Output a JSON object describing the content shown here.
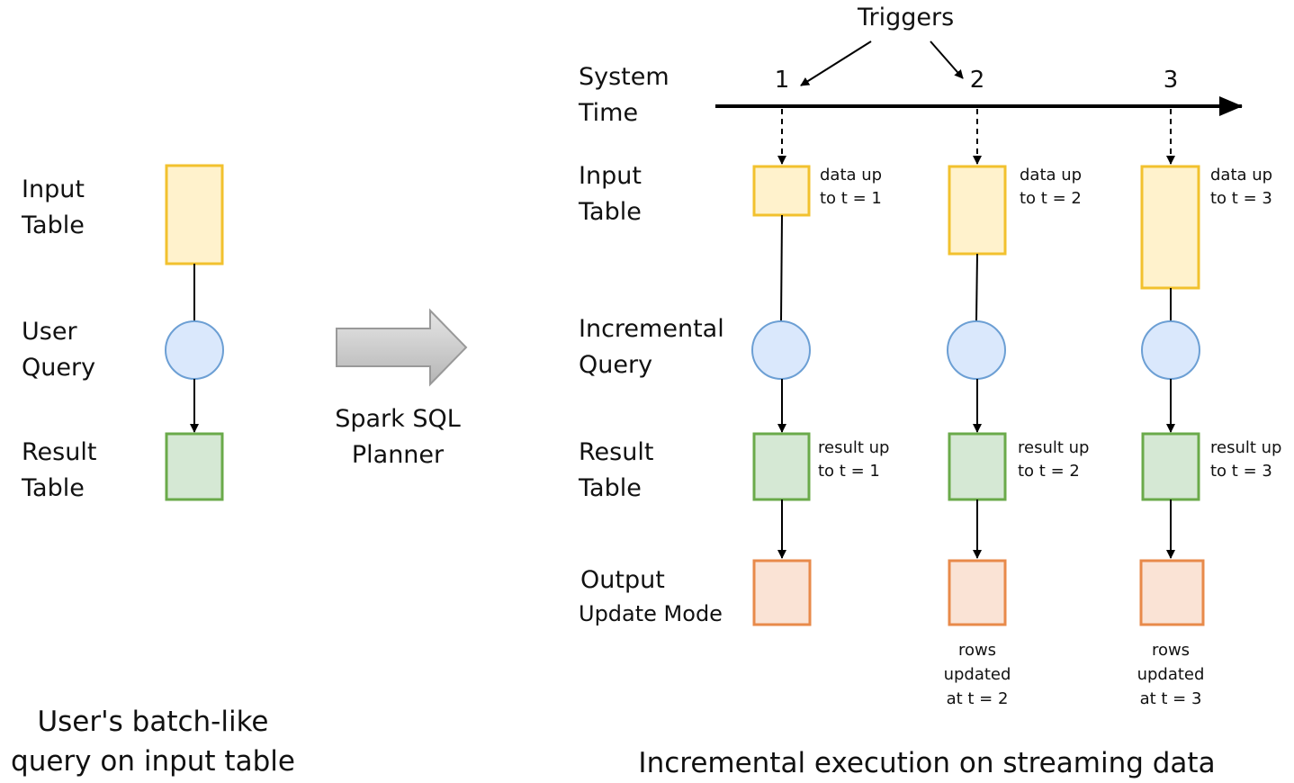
{
  "left": {
    "input_label": [
      "Input",
      "Table"
    ],
    "query_label": [
      "User",
      "Query"
    ],
    "result_label": [
      "Result",
      "Table"
    ],
    "caption": [
      "User's batch-like",
      "query on input table"
    ]
  },
  "planner": {
    "label": [
      "Spark SQL",
      "Planner"
    ]
  },
  "right": {
    "triggers_label": "Triggers",
    "system_time_label": [
      "System",
      "Time"
    ],
    "input_label": [
      "Input",
      "Table"
    ],
    "query_label": [
      "Incremental",
      "Query"
    ],
    "result_label": [
      "Result",
      "Table"
    ],
    "output_label": "Output",
    "output_mode": "Update Mode",
    "caption": "Incremental execution on streaming data",
    "columns": [
      {
        "trigger": "1",
        "data_note": [
          "data up",
          "to t = 1"
        ],
        "result_note": [
          "result up",
          "to t = 1"
        ],
        "output_note": []
      },
      {
        "trigger": "2",
        "data_note": [
          "data up",
          "to t = 2"
        ],
        "result_note": [
          "result up",
          "to t = 2"
        ],
        "output_note": [
          "rows",
          "updated",
          "at t = 2"
        ]
      },
      {
        "trigger": "3",
        "data_note": [
          "data up",
          "to t = 3"
        ],
        "result_note": [
          "result up",
          "to t = 3"
        ],
        "output_note": [
          "rows",
          "updated",
          "at t = 3"
        ]
      }
    ]
  },
  "colors": {
    "input_fill": "#fff2cc",
    "input_stroke": "#f2c12e",
    "query_fill": "#dae8fc",
    "query_stroke": "#6c9fd4",
    "result_fill": "#d5e8d4",
    "result_stroke": "#6aaa4a",
    "output_fill": "#fae3d5",
    "output_stroke": "#e88a4a",
    "arrow_fill": "#cccccc",
    "arrow_stroke": "#999999"
  }
}
